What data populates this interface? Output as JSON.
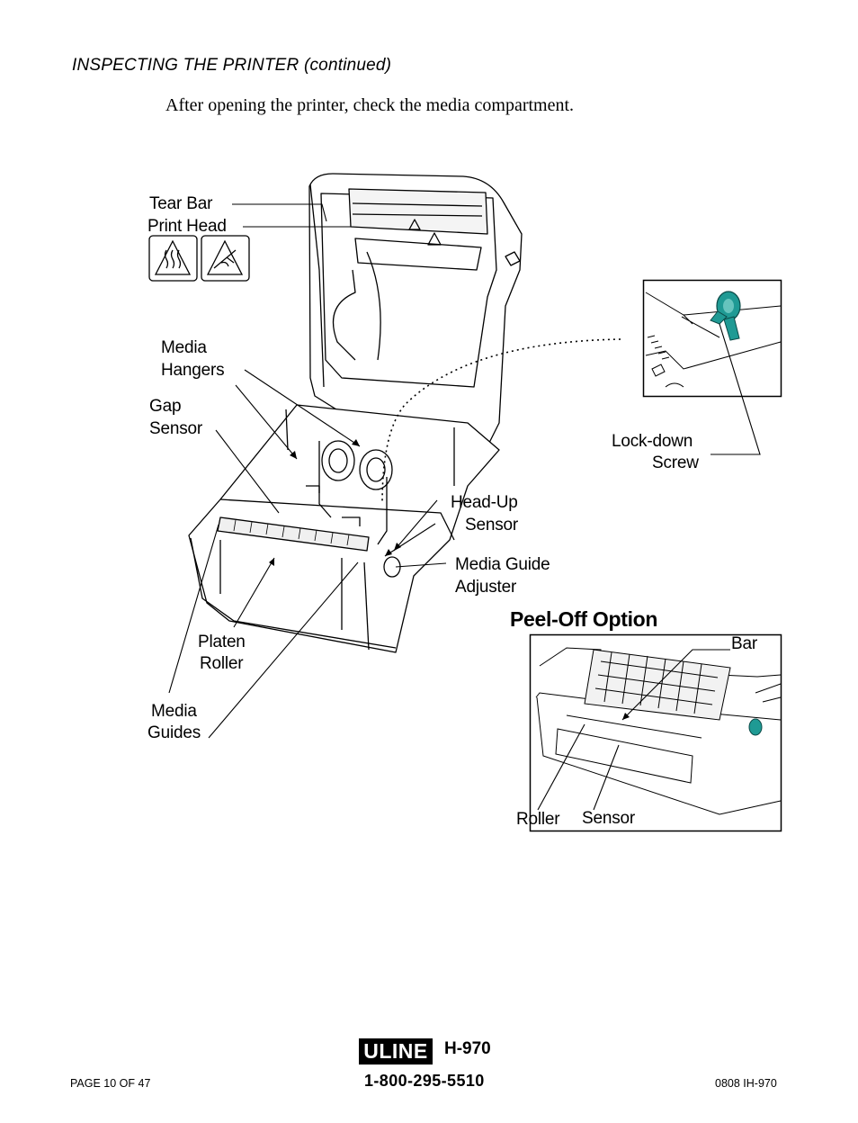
{
  "section_heading": "INSPECTING THE PRINTER (continued)",
  "intro_text": "After opening the printer, check the media compartment.",
  "callouts": {
    "tear_bar": "Tear Bar",
    "print_head": "Print Head",
    "media_hangers_1": "Media",
    "media_hangers_2": "Hangers",
    "gap_sensor_1": "Gap",
    "gap_sensor_2": "Sensor",
    "lockdown_1": "Lock-down",
    "lockdown_2": "Screw",
    "headup_1": "Head-Up",
    "headup_2": "Sensor",
    "guide_adj_1": "Media Guide",
    "guide_adj_2": "Adjuster",
    "platen_1": "Platen",
    "platen_2": "Roller",
    "media_guides_1": "Media",
    "media_guides_2": "Guides"
  },
  "peel_off": {
    "title": "Peel-Off Option",
    "bar": "Bar",
    "roller": "Roller",
    "sensor": "Sensor"
  },
  "warning_icons": [
    "hot-surface-warning-icon",
    "static-discharge-warning-icon"
  ],
  "accent_color": "#1f9a94",
  "footer": {
    "page": "PAGE 10 OF 47",
    "brand": "ULINE",
    "model": "H-970",
    "phone": "1-800-295-5510",
    "doc_code": "0808 IH-970"
  }
}
